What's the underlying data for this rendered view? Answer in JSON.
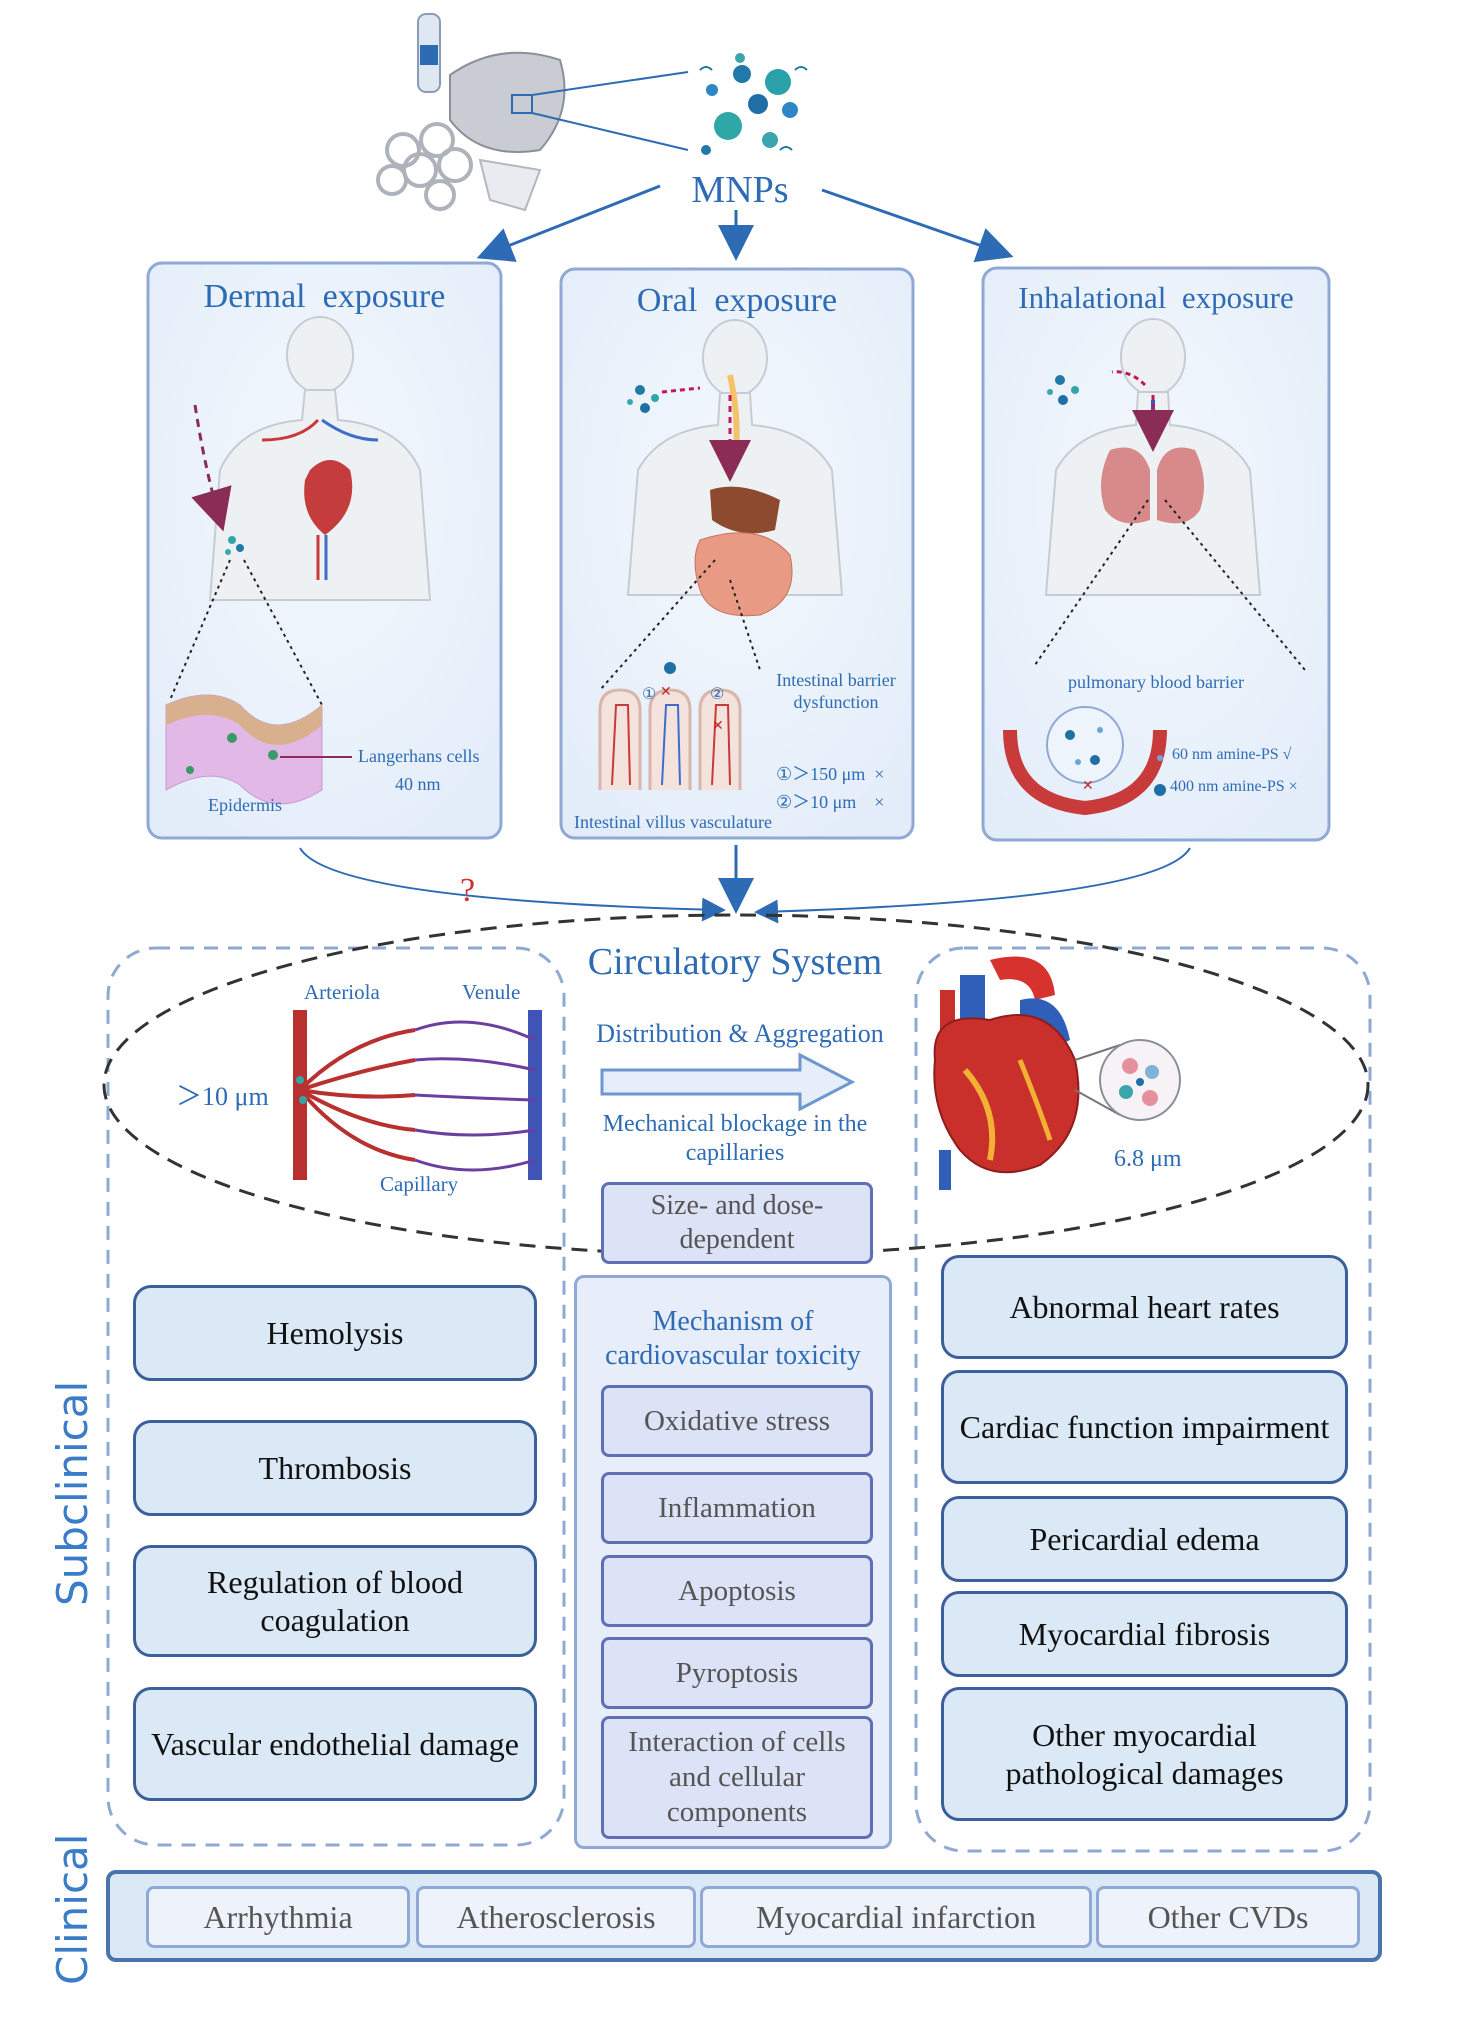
{
  "source": {
    "name": "MNPs"
  },
  "exposures": [
    {
      "title": "Dermal  exposure",
      "labels": {
        "langerhans": "Langerhans cells",
        "size": "40 nm",
        "epidermis": "Epidermis"
      }
    },
    {
      "title": "Oral  exposure",
      "labels": {
        "barrier": "Intestinal barrier dysfunction",
        "item1": "①＞150 μm  ×",
        "item2": "②＞10 μm    ×",
        "villus": "Intestinal villus vasculature",
        "mark1": "①",
        "mark2": "②"
      }
    },
    {
      "title": "Inhalational  exposure",
      "labels": {
        "barrier": "pulmonary blood barrier",
        "item1": "60 nm amine-PS  √",
        "item2": "400 nm amine-PS  ×"
      }
    }
  ],
  "unknown_mark": "?",
  "circulatory": {
    "title": "Circulatory System",
    "arteriola": "Arteriola",
    "venule": "Venule",
    "capillary": "Capillary",
    "size_left": "＞10 μm",
    "distribution": "Distribution & Aggregation",
    "blockage": "Mechanical blockage in the capillaries",
    "size_right": "6.8 μm",
    "dependency": "Size- and dose-dependent"
  },
  "subclinical": {
    "label": "Subclinical",
    "left_items": [
      "Hemolysis",
      "Thrombosis",
      "Regulation of blood coagulation",
      "Vascular endothelial damage"
    ],
    "mechanism_title": "Mechanism of cardiovascular toxicity",
    "mechanisms": [
      "Oxidative stress",
      "Inflammation",
      "Apoptosis",
      "Pyroptosis",
      "Interaction of cells and cellular components"
    ],
    "right_items": [
      "Abnormal heart rates",
      "Cardiac function impairment",
      "Pericardial edema",
      "Myocardial fibrosis",
      "Other myocardial pathological damages"
    ]
  },
  "clinical": {
    "label": "Clinical",
    "items": [
      "Arrhythmia",
      "Atherosclerosis",
      "Myocardial infarction",
      "Other CVDs"
    ]
  },
  "colors": {
    "accent_blue": "#2e6bb5",
    "box_fill": "#dbe9f7",
    "box_border": "#3b5f9a",
    "mech_fill": "#dde3f6",
    "artery_red": "#b8312f",
    "vein_blue": "#3f54b5"
  }
}
